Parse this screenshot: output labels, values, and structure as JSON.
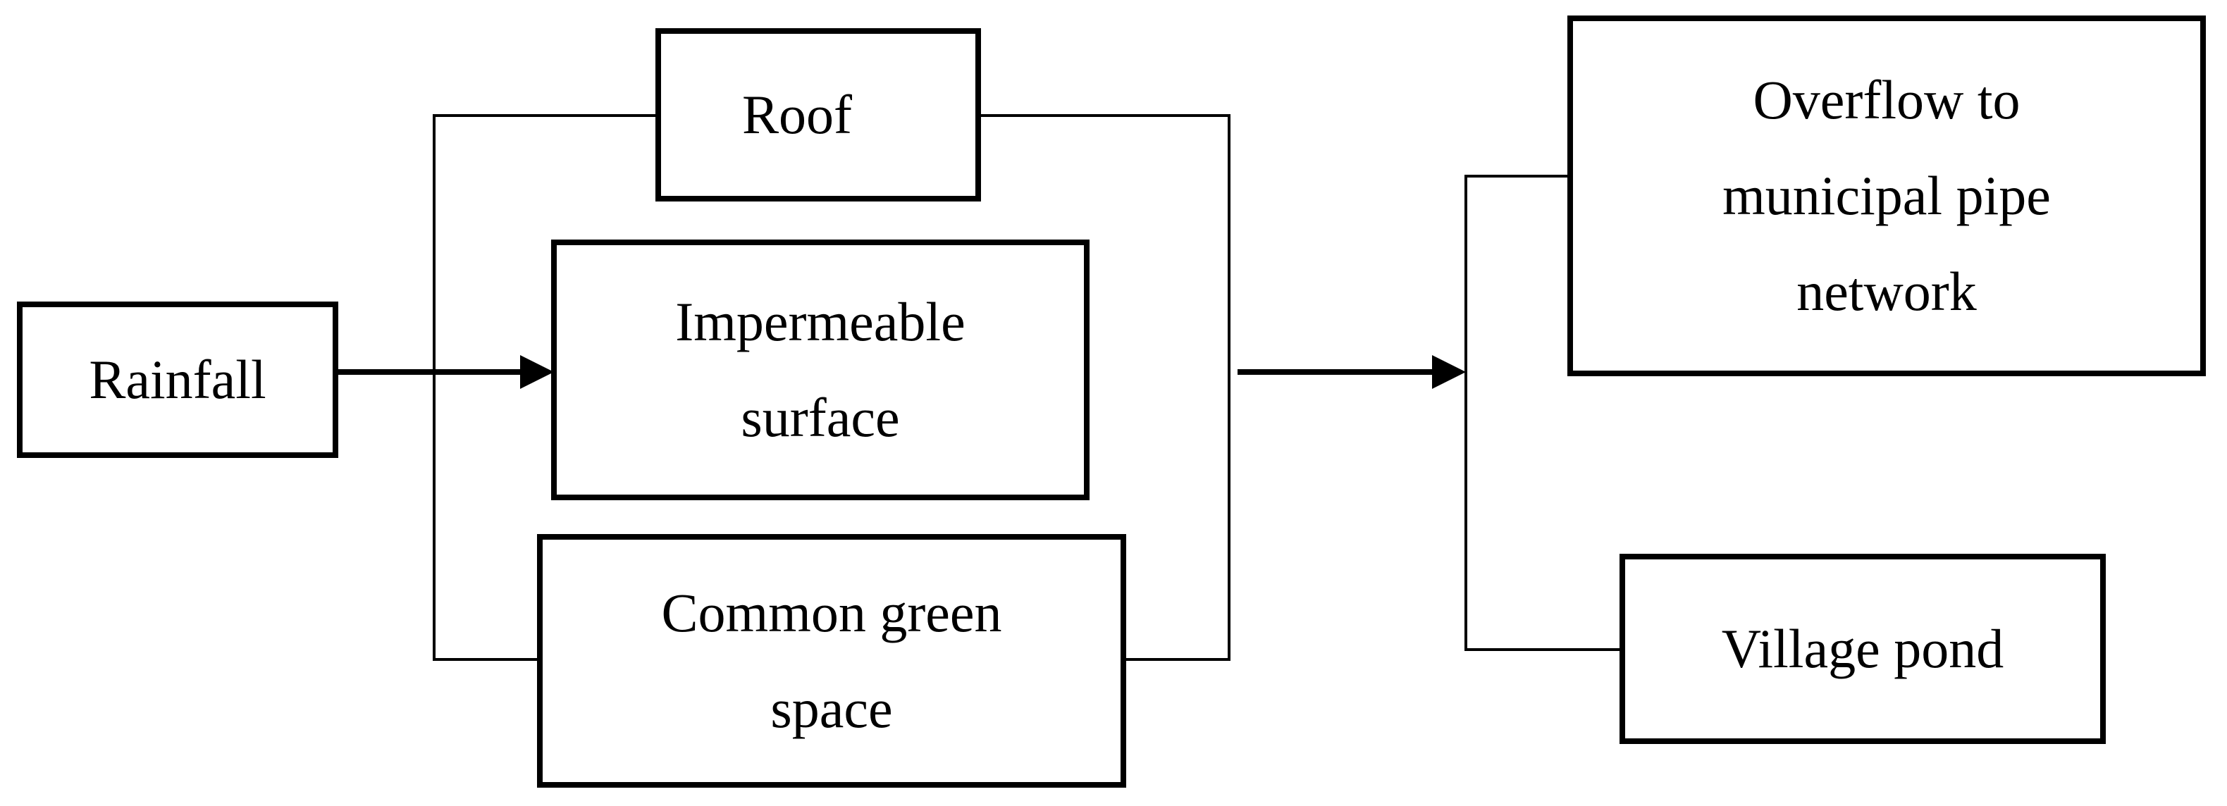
{
  "diagram": {
    "nodes": {
      "rainfall": {
        "label": "Rainfall"
      },
      "roof": {
        "label": "Roof"
      },
      "impermeable_surface": {
        "label": "Impermeable\nsurface"
      },
      "common_green_space": {
        "label": "Common green\nspace"
      },
      "overflow": {
        "label": "Overflow to\nmunicipal pipe\nnetwork"
      },
      "village_pond": {
        "label": "Village pond"
      }
    },
    "edges": [
      {
        "from": "rainfall",
        "to": "impermeable_surface",
        "arrow": true
      },
      {
        "from": "surfaces_group",
        "to": "outlets_group",
        "arrow": true
      }
    ],
    "colors": {
      "line": "#000000",
      "background": "#ffffff"
    }
  }
}
